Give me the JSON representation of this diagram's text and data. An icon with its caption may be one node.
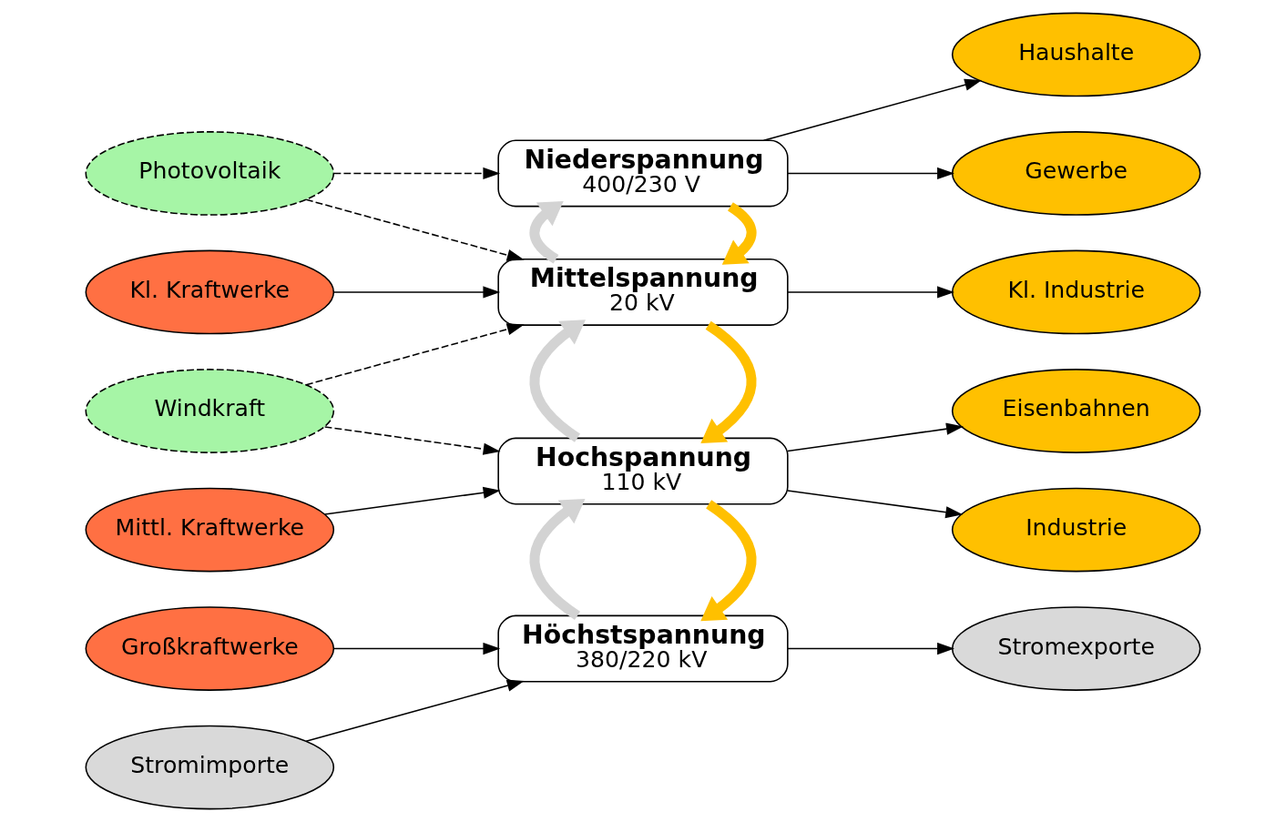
{
  "diagram": {
    "nodes": [
      {
        "text": [
          "Großkraftwerke"
        ]
      },
      {
        "text": [
          "Stromimporte"
        ]
      },
      {
        "text": [
          "Mittl. Kraftwerke"
        ]
      },
      {
        "text": [
          "Windkraft"
        ]
      },
      {
        "text": [
          "Kl. Kraftwerke"
        ]
      },
      {
        "text": [
          "Photovoltaik"
        ]
      },
      {
        "text": [
          "Höchstspannung",
          "380/220 kV"
        ]
      },
      {
        "text": [
          "Hochspannung",
          "110 kV"
        ]
      },
      {
        "text": [
          "Mittelspannung",
          "20 kV"
        ]
      },
      {
        "text": [
          "Niederspannung",
          "400/230 V"
        ]
      },
      {
        "text": [
          "Stromexporte"
        ]
      },
      {
        "text": [
          "Industrie"
        ]
      },
      {
        "text": [
          "Eisenbahnen"
        ]
      },
      {
        "text": [
          "Kl. Industrie"
        ]
      },
      {
        "text": [
          "Haushalte"
        ]
      },
      {
        "text": [
          "Gewerbe"
        ]
      }
    ],
    "edges": [
      {
        "from": 0,
        "to": 6,
        "arrow": "to"
      },
      {
        "from": 1,
        "to": 6,
        "arrow": "to"
      },
      {
        "from": 2,
        "to": 7,
        "arrow": "to"
      },
      {
        "from": 3,
        "to": 7,
        "arrow": "to",
        "style": "dashed"
      },
      {
        "from": 3,
        "to": 8,
        "arrow": "to",
        "style": "dashed"
      },
      {
        "from": 4,
        "to": 8,
        "arrow": "to"
      },
      {
        "from": 5,
        "to": 8,
        "arrow": "to",
        "style": "dashed"
      },
      {
        "from": 5,
        "to": 9,
        "arrow": "to",
        "style": "dashed"
      },
      {
        "from": 6,
        "to": 10,
        "arrow": "to"
      },
      {
        "from": 7,
        "to": 11,
        "arrow": "to"
      },
      {
        "from": 7,
        "to": 12,
        "arrow": "to"
      },
      {
        "from": 8,
        "to": 13,
        "arrow": "to"
      },
      {
        "from": 9,
        "to": 14,
        "arrow": "to"
      },
      {
        "from": 9,
        "to": 15,
        "arrow": "to"
      },
      {
        "from": 7,
        "to": 6,
        "arrow": "to",
        "style": "thick",
        "color": "#ffc000"
      },
      {
        "from": 6,
        "to": 7,
        "arrow": "to",
        "style": "thick",
        "color": "#d3d3d3"
      },
      {
        "from": 8,
        "to": 7,
        "arrow": "to",
        "style": "thick",
        "color": "#ffc000"
      },
      {
        "from": 7,
        "to": 8,
        "arrow": "to",
        "style": "thick",
        "color": "#d3d3d3"
      },
      {
        "from": 9,
        "to": 8,
        "arrow": "to",
        "style": "thick",
        "color": "#ffc000"
      },
      {
        "from": 8,
        "to": 9,
        "arrow": "to",
        "style": "thick",
        "color": "#d3d3d3"
      }
    ]
  }
}
